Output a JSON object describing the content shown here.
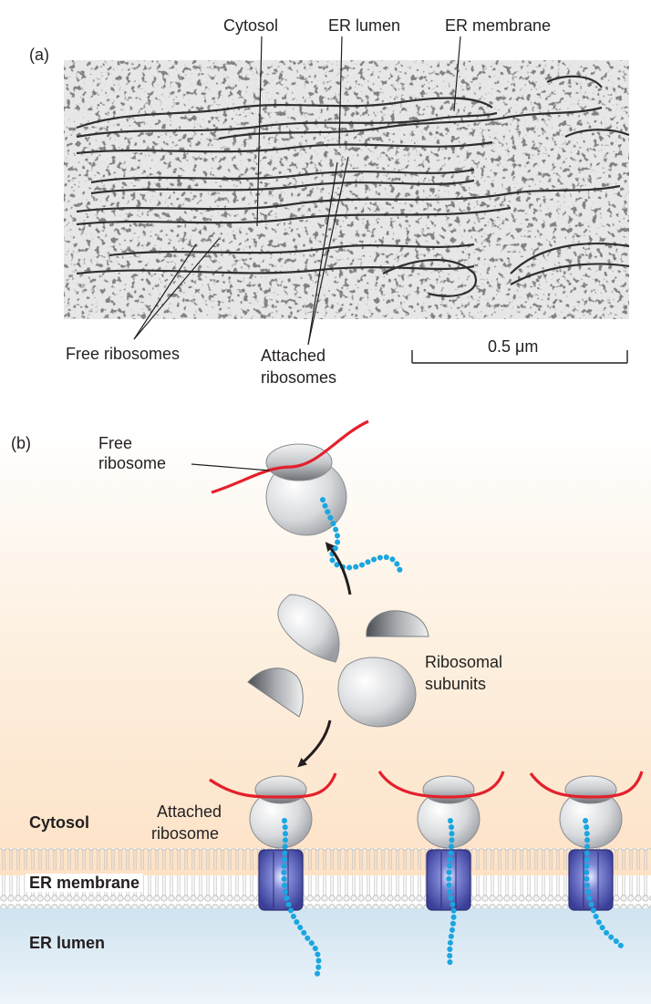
{
  "panel_a": {
    "letter": "(a)",
    "labels": {
      "cytosol": "Cytosol",
      "er_lumen": "ER lumen",
      "er_membrane": "ER membrane",
      "free_ribosomes": "Free ribosomes",
      "attached_line1": "Attached",
      "attached_line2": "ribosomes",
      "scale_bar": "0.5 μm"
    }
  },
  "panel_b": {
    "letter": "(b)",
    "labels": {
      "free_line1": "Free",
      "free_line2": "ribosome",
      "subunits_line1": "Ribosomal",
      "subunits_line2": "subunits",
      "attached_line1": "Attached",
      "attached_line2": "ribosome",
      "cytosol": "Cytosol",
      "er_membrane": "ER membrane",
      "er_lumen": "ER lumen"
    }
  },
  "colors": {
    "mrna": "#e3202c",
    "polypeptide": "#1aa6e0",
    "translocon": "#4b4fa8",
    "cytosol_bg": "#fde6cc",
    "lumen_bg": "#d6e8f3"
  }
}
